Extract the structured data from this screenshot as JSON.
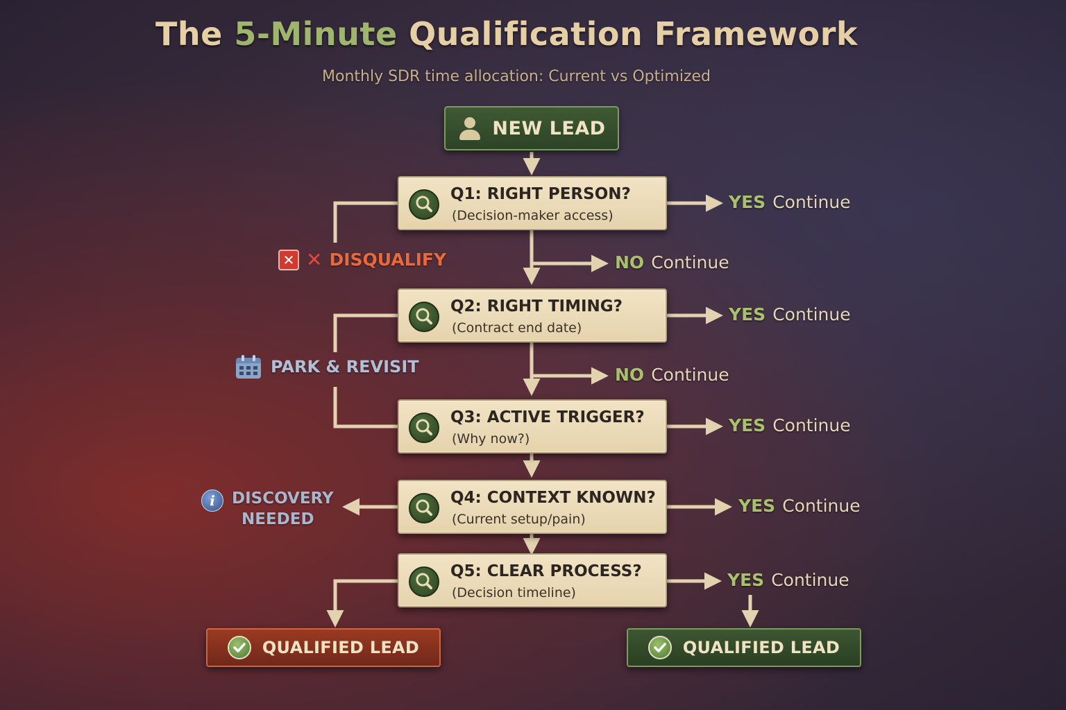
{
  "title": {
    "prefix": "The ",
    "accent": "5-Minute",
    "suffix": " Qualification Framework"
  },
  "subtitle": "Monthly SDR time allocation: Current vs Optimized",
  "start": {
    "label": "NEW LEAD",
    "icon": "person-icon"
  },
  "questions": [
    {
      "title": "Q1: RIGHT PERSON?",
      "subtitle": "(Decision-maker access)"
    },
    {
      "title": "Q2: RIGHT TIMING?",
      "subtitle": "(Contract end date)"
    },
    {
      "title": "Q3: ACTIVE TRIGGER?",
      "subtitle": "(Why now?)"
    },
    {
      "title": "Q4: CONTEXT KNOWN?",
      "subtitle": "(Current setup/pain)"
    },
    {
      "title": "Q5: CLEAR PROCESS?",
      "subtitle": "(Decision timeline)"
    }
  ],
  "yes_label": "YES",
  "no_label": "NO",
  "continue_label": "Continue",
  "outcomes": {
    "disqualify": {
      "label": "DISQUALIFY",
      "icon": "x-icon",
      "color": "#e86a3c"
    },
    "park": {
      "label": "PARK & REVISIT",
      "icon": "calendar-icon"
    },
    "discovery": {
      "line1": "DISCOVERY",
      "line2": "NEEDED",
      "icon": "info-icon"
    },
    "qualified_left": {
      "label": "QUALIFIED LEAD",
      "icon": "check-icon",
      "color": "#9a3a22"
    },
    "qualified_right": {
      "label": "QUALIFIED LEAD",
      "icon": "check-icon",
      "color": "#3d5632"
    }
  },
  "colors": {
    "yes": "#a9c06e",
    "connector": "#e2d2b0",
    "question_box": "#efe1c2",
    "start_box": "#3f5a35"
  }
}
